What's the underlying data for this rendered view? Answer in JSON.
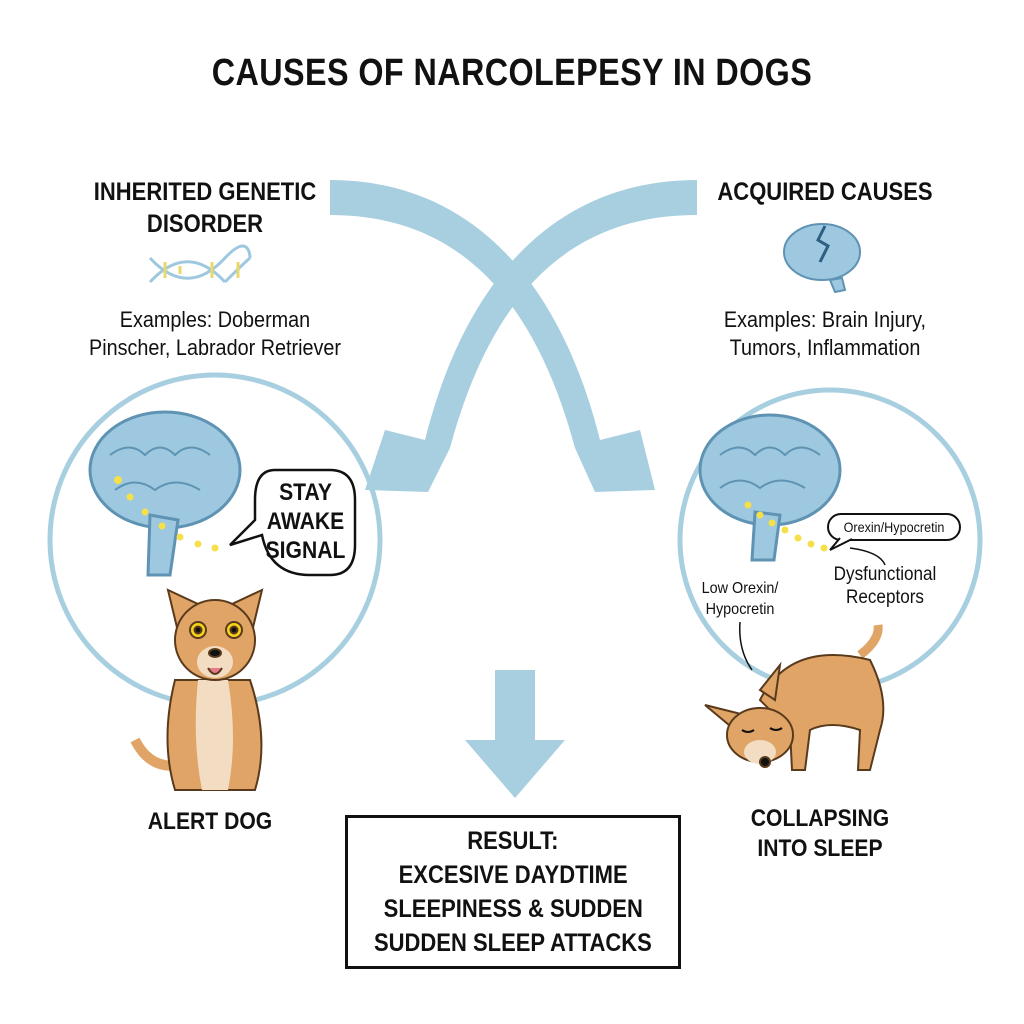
{
  "title": "CAUSES OF NARCOLEPESY IN DOGS",
  "left": {
    "heading_line1": "INHERITED GENETIC",
    "heading_line2": "DISORDER",
    "icon": "dna-icon",
    "examples_line1": "Examples: Doberman",
    "examples_line2": "Pinscher, Labrador Retriever",
    "bubble_line1": "STAY",
    "bubble_line2": "AWAKE",
    "bubble_line3": "SIGNAL",
    "dog_label": "ALERT DOG"
  },
  "right": {
    "heading": "ACQUIRED CAUSES",
    "icon": "damaged-brain-icon",
    "examples_line1": "Examples: Brain Injury,",
    "examples_line2": "Tumors, Inflammation",
    "bubble": "Orexin/Hypocretin",
    "label_receptors_line1": "Dysfunctional",
    "label_receptors_line2": "Receptors",
    "label_low_line1": "Low Orexin/",
    "label_low_line2": "Hypocretin",
    "dog_label_line1": "COLLAPSING",
    "dog_label_line2": "INTO SLEEP"
  },
  "result": {
    "line1": "RESULT:",
    "line2": "EXCESIVE DAYDTIME",
    "line3": "SLEEPINESS & SUDDEN",
    "line4": "SUDDEN SLEEP ATTACKS"
  },
  "colors": {
    "arrow": "#a7cfe0",
    "brain": "#9dc8df",
    "brain_stroke": "#5f93b3",
    "dog": "#e0a566",
    "signal": "#f5e04a"
  }
}
